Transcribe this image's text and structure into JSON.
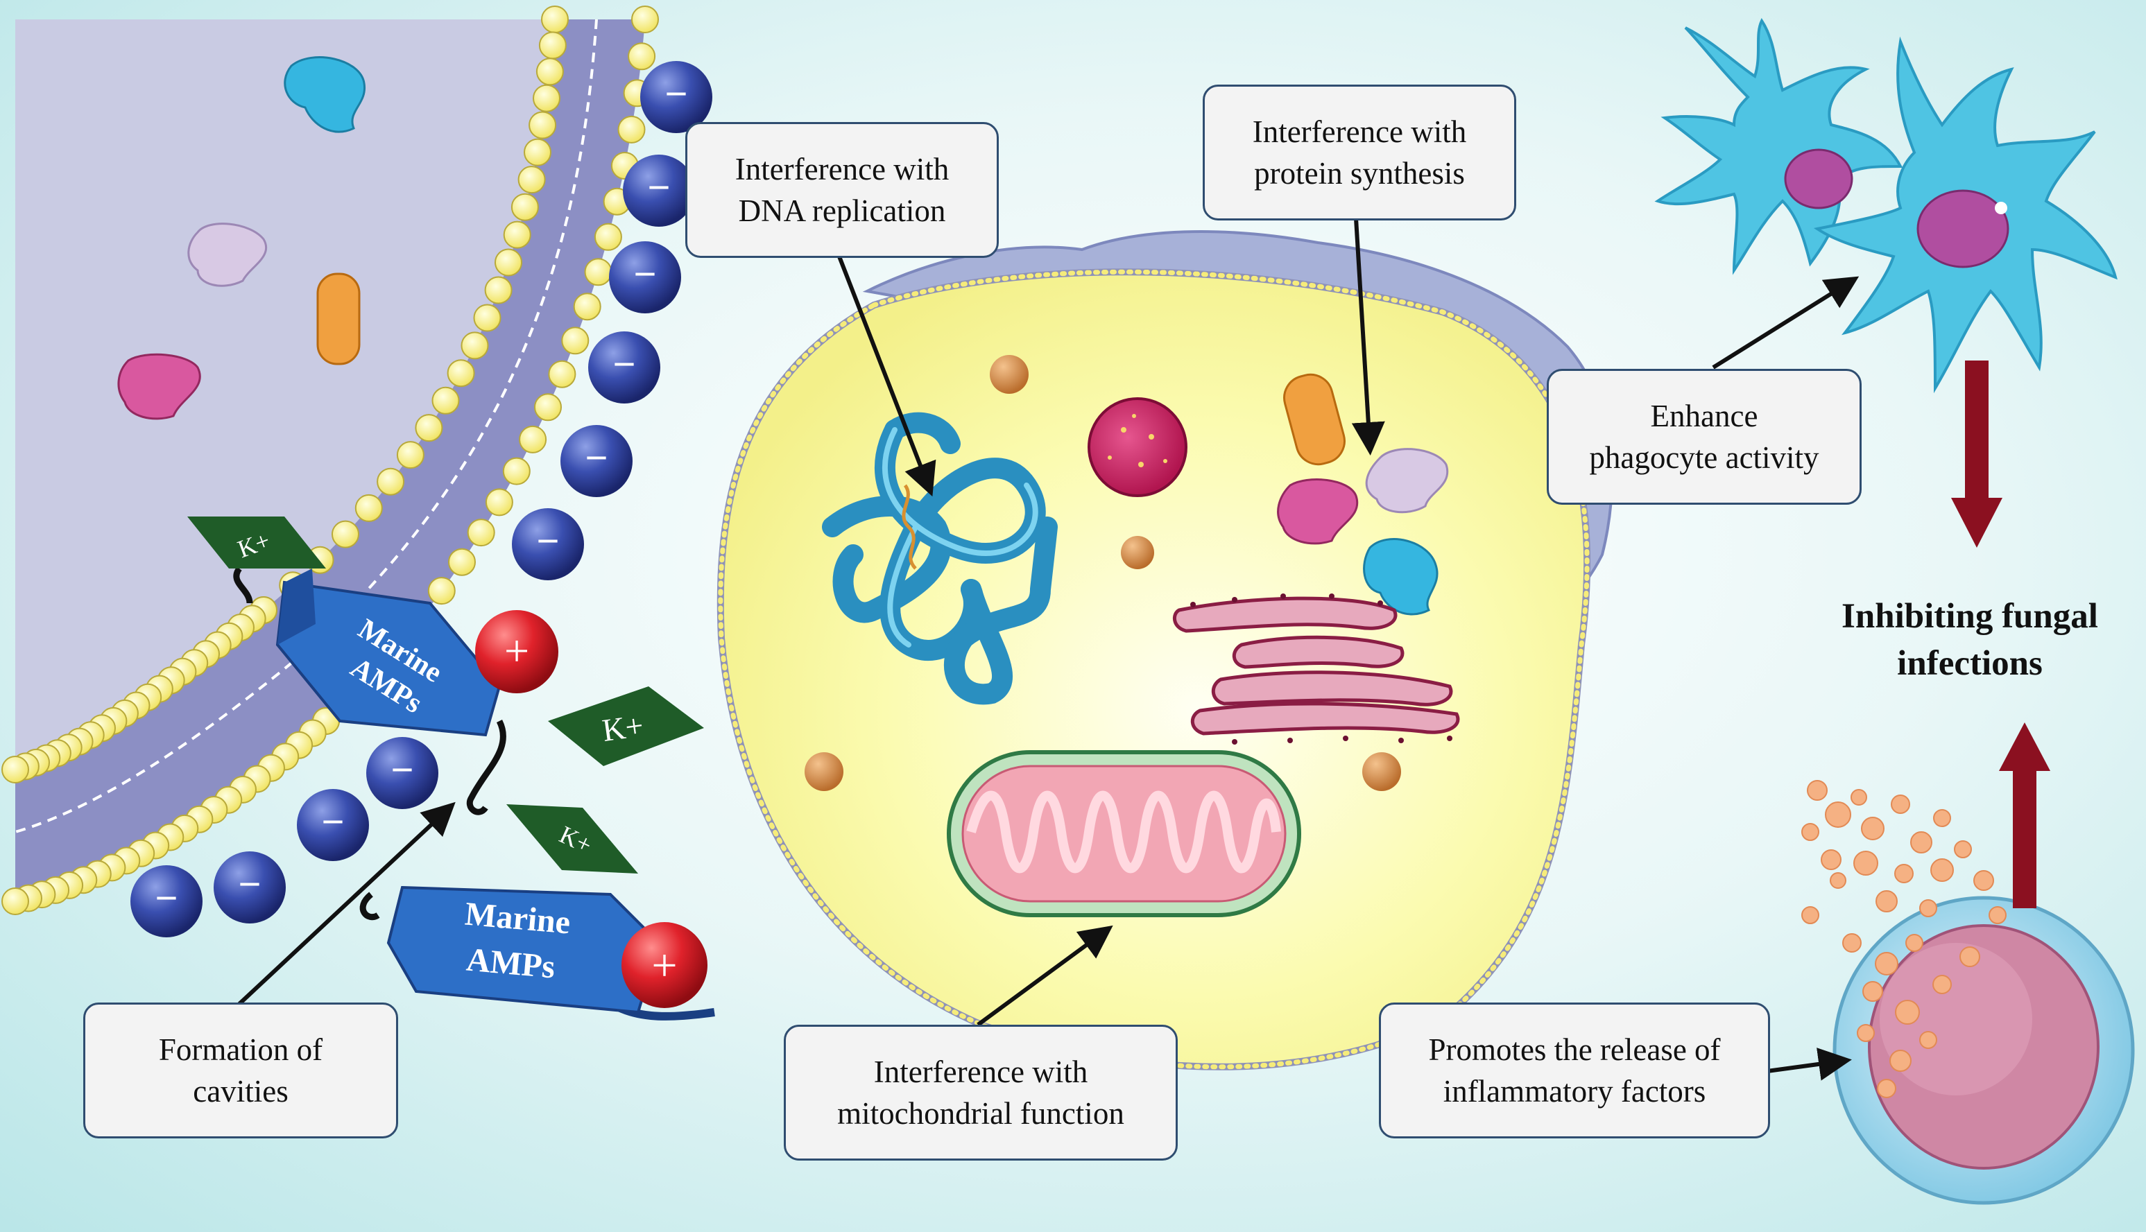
{
  "callouts": {
    "dna": [
      "Interference with",
      "DNA replication"
    ],
    "protein": [
      "Interference with",
      "protein synthesis"
    ],
    "phagocyte": [
      "Enhance",
      "phagocyte activity"
    ],
    "cavities": [
      "Formation of",
      "cavities"
    ],
    "mito": [
      "Interference with",
      "mitochondrial function"
    ],
    "inflam": [
      "Promotes the release of",
      "inflammatory factors"
    ]
  },
  "result": [
    "Inhibiting fungal",
    "infections"
  ],
  "amp_label": [
    "Marine",
    "AMPs"
  ],
  "ion_label": "K+",
  "charges": {
    "positive": "+",
    "negative": "−"
  },
  "colors": {
    "background": "#cdeff0",
    "membrane_region": "#c9cbe3",
    "lipid_head": "#fff9a0",
    "negative_charge": "#2c3f9a",
    "positive_charge": "#d8232a",
    "amp": "#2d6fc7",
    "ion": "#1f5c28",
    "cytoplasm": "#fbfba8",
    "phagocyte": "#4fc4e3",
    "arrow_dark_red": "#8b1020",
    "callout_border": "#2f4d70"
  }
}
